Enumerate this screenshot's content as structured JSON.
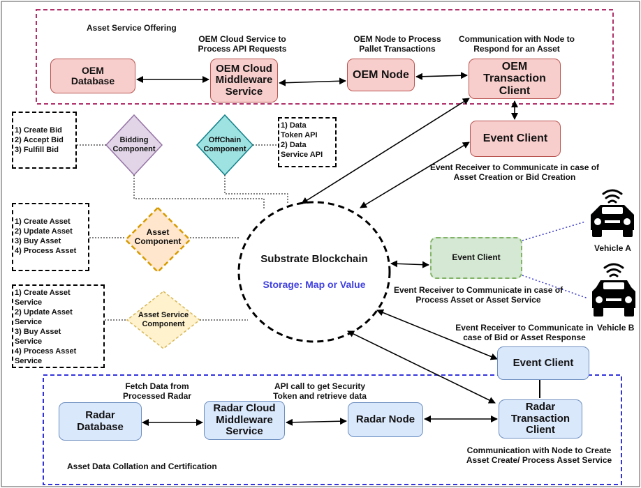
{
  "oem_region": {
    "title": "Asset Service Offering"
  },
  "radar_region": {
    "title": "Asset Data Collation and Certification"
  },
  "oem": {
    "database": "OEM Database",
    "cloud": "OEM Cloud Middleware Service",
    "cloud_caption": "OEM Cloud Service to Process API Requests",
    "node": "OEM Node",
    "node_caption": "OEM Node to Process Pallet Transactions",
    "tx_client": "OEM Transaction Client",
    "tx_caption": "Communication with Node to Respond for an Asset",
    "event_client": "Event Client",
    "event_caption": "Event Receiver to Communicate in case of Asset Creation or Bid Creation"
  },
  "blockchain": {
    "title": "Substrate Blockchain",
    "storage": "Storage: Map or Value"
  },
  "components": {
    "bidding": "Bidding Component",
    "offchain": "OffChain Component",
    "asset": "Asset Component",
    "asset_service": "Asset Service Component"
  },
  "lists": {
    "bidding": "1) Create Bid\n2) Accept Bid\n3) Fulfill Bid",
    "offchain": "1) Data\nToken API\n2) Data\nService API",
    "asset": "1) Create Asset\n2) Update Asset\n3) Buy Asset\n4) Process Asset",
    "asset_service": "1) Create Asset\nService\n2) Update Asset\nService\n3) Buy Asset\nService\n4) Process Asset\nService"
  },
  "vehicle": {
    "event_client": "Event Client",
    "event_caption": "Event Receiver to Communicate in case of Process Asset or Asset Service",
    "a": "Vehicle A",
    "b": "Vehicle B"
  },
  "radar": {
    "event_caption": "Event Receiver to Communicate in case of Bid or Asset Response",
    "event_client": "Event Client",
    "database": "Radar Database",
    "database_caption": "Fetch Data from Processed Radar",
    "cloud": "Radar Cloud Middleware Service",
    "cloud_caption": "API call to get Security Token and retrieve data",
    "node": "Radar Node",
    "tx_client": "Radar Transaction Client",
    "tx_caption": "Communication with Node to Create Asset Create/ Process Asset Service"
  },
  "colors": {
    "oem_region_border": "#b0306a",
    "radar_region_border": "#3333dd",
    "storage_text": "#4040e0",
    "pink_fill": "#f8cecc",
    "blue_fill": "#dae8fc",
    "green_fill": "#d5e8d4",
    "purple_fill": "#e1d5e7",
    "teal_fill": "#9ee2e2",
    "orange_fill": "#ffe6cc"
  },
  "icons": [
    "car-icon",
    "wifi-signal-icon"
  ]
}
